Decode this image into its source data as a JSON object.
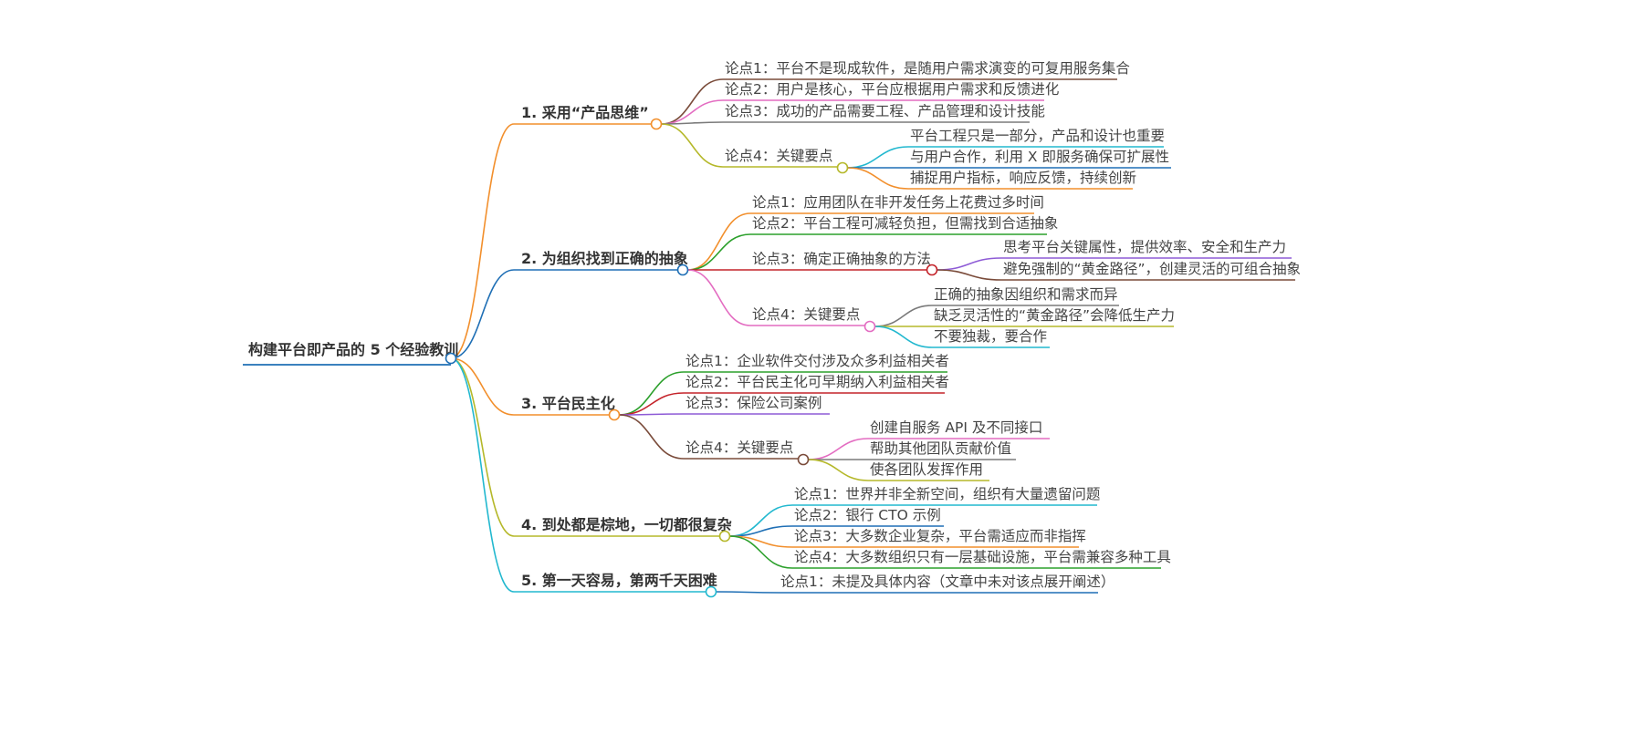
{
  "mindmap": {
    "root": "构建平台即产品的 5 个经验教训",
    "branches": [
      {
        "label": "1. 采用“产品思维”",
        "color": "#f28f2c",
        "children": [
          {
            "label": "论点1：平台不是现成软件，是随用户需求演变的可复用服务集合",
            "color": "#7a4b3a"
          },
          {
            "label": "论点2：用户是核心，平台应根据用户需求和反馈进化",
            "color": "#e36cc1"
          },
          {
            "label": "论点3：成功的产品需要工程、产品管理和设计技能",
            "color": "#7a7a7a"
          },
          {
            "label": "论点4：关键要点",
            "color": "#b5b82a",
            "children": [
              {
                "label": "平台工程只是一部分，产品和设计也重要",
                "color": "#22b8cf"
              },
              {
                "label": "与用户合作，利用 X 即服务确保可扩展性",
                "color": "#1f6fb5"
              },
              {
                "label": "捕捉用户指标，响应反馈，持续创新",
                "color": "#f28f2c"
              }
            ]
          }
        ]
      },
      {
        "label": "2. 为组织找到正确的抽象",
        "color": "#1f6fb5",
        "children": [
          {
            "label": "论点1：应用团队在非开发任务上花费过多时间",
            "color": "#f28f2c"
          },
          {
            "label": "论点2：平台工程可减轻负担，但需找到合适抽象",
            "color": "#2ca02c"
          },
          {
            "label": "论点3：确定正确抽象的方法",
            "color": "#c4232a",
            "children": [
              {
                "label": "思考平台关键属性，提供效率、安全和生产力",
                "color": "#8e5bd6"
              },
              {
                "label": "避免强制的“黄金路径”，创建灵活的可组合抽象",
                "color": "#7a4b3a"
              }
            ]
          },
          {
            "label": "论点4：关键要点",
            "color": "#e36cc1",
            "children": [
              {
                "label": "正确的抽象因组织和需求而异",
                "color": "#7a7a7a"
              },
              {
                "label": "缺乏灵活性的“黄金路径”会降低生产力",
                "color": "#b5b82a"
              },
              {
                "label": "不要独裁，要合作",
                "color": "#22b8cf"
              }
            ]
          }
        ]
      },
      {
        "label": "3. 平台民主化",
        "color": "#f28f2c",
        "children": [
          {
            "label": "论点1：企业软件交付涉及众多利益相关者",
            "color": "#2ca02c"
          },
          {
            "label": "论点2：平台民主化可早期纳入利益相关者",
            "color": "#c4232a"
          },
          {
            "label": "论点3：保险公司案例",
            "color": "#8e5bd6"
          },
          {
            "label": "论点4：关键要点",
            "color": "#7a4b3a",
            "children": [
              {
                "label": "创建自服务 API 及不同接口",
                "color": "#e36cc1"
              },
              {
                "label": "帮助其他团队贡献价值",
                "color": "#7a7a7a"
              },
              {
                "label": "使各团队发挥作用",
                "color": "#b5b82a"
              }
            ]
          }
        ]
      },
      {
        "label": "4. 到处都是棕地，一切都很复杂",
        "color": "#b5b82a",
        "children": [
          {
            "label": "论点1：世界并非全新空间，组织有大量遗留问题",
            "color": "#22b8cf"
          },
          {
            "label": "论点2：银行 CTO 示例",
            "color": "#1f6fb5"
          },
          {
            "label": "论点3：大多数企业复杂，平台需适应而非指挥",
            "color": "#f28f2c"
          },
          {
            "label": "论点4：大多数组织只有一层基础设施，平台需兼容多种工具",
            "color": "#2ca02c"
          }
        ]
      },
      {
        "label": "5. 第一天容易，第两千天困难",
        "color": "#22b8cf",
        "children": [
          {
            "label": "论点1：未提及具体内容（文章中未对该点展开阐述）",
            "color": "#1f6fb5"
          }
        ]
      }
    ]
  }
}
